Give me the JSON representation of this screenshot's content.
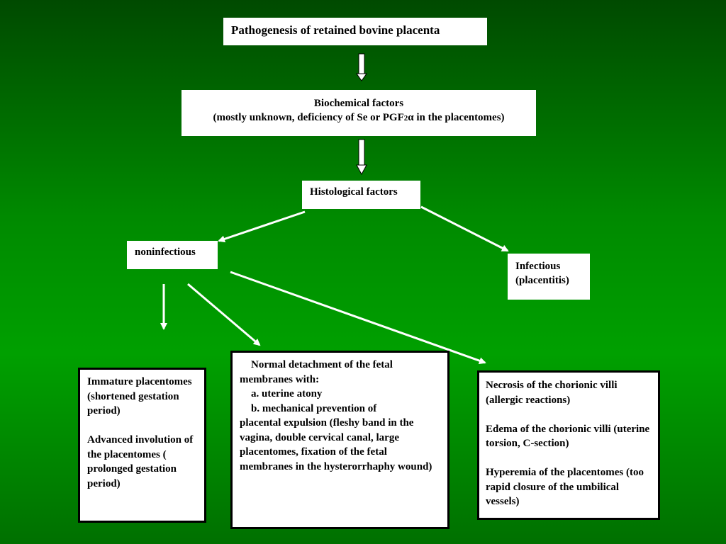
{
  "title": "Pathogenesis of retained bovine placenta",
  "biochemical": {
    "line1": "Biochemical factors",
    "line2_prefix": "(mostly unknown, deficiency of Se or PGF",
    "line2_sub": "2",
    "line2_symbol": "α",
    "line2_suffix": " in the placentomes)"
  },
  "histological": "Histological factors",
  "noninfectious": "noninfectious",
  "infectious": {
    "line1": "Infectious",
    "line2": "(placentitis)"
  },
  "immature": {
    "para1": "Immature placentomes (shortened gestation period)",
    "para2": "Advanced involution of the placentomes ( prolonged gestation period)"
  },
  "normal_detachment": {
    "intro": "Normal detachment of the fetal membranes with:",
    "item_a": "a. uterine atony",
    "item_b_lead": "b. mechanical prevention of",
    "item_b_rest": "placental expulsion (fleshy band in the vagina, double cervical canal, large placentomes, fixation of the fetal membranes in the hysterorrhaphy wound)"
  },
  "necrosis": {
    "para1": "Necrosis of the chorionic villi (allergic reactions)",
    "para2": "Edema of the chorionic villi (uterine torsion, C-section)",
    "para3": "Hyperemia of the placentomes (too rapid closure of the umbilical vessels)"
  },
  "colors": {
    "background_top": "#004a00",
    "background_mid": "#00a000",
    "box_fill": "#ffffff",
    "arrow": "#ffffff"
  }
}
